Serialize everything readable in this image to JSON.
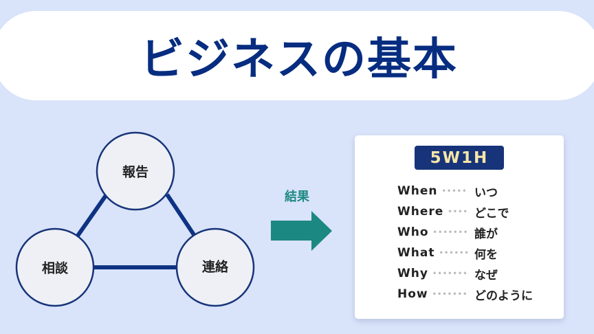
{
  "title": "ビジネスの基本",
  "triangle": {
    "top": "報告",
    "left": "相談",
    "right": "連絡"
  },
  "arrow_label": "結果",
  "card": {
    "badge": "5W1H",
    "rows": [
      {
        "en": "When",
        "dots": "•••••",
        "jp": "いつ"
      },
      {
        "en": "Where",
        "dots": "••••",
        "jp": "どこで"
      },
      {
        "en": "Who",
        "dots": "•••••••",
        "jp": "誰が"
      },
      {
        "en": "What",
        "dots": "••••••",
        "jp": "何を"
      },
      {
        "en": "Why",
        "dots": "•••••••",
        "jp": "なぜ"
      },
      {
        "en": "How",
        "dots": "•••••••",
        "jp": "どのように"
      }
    ]
  },
  "colors": {
    "navy": "#072d80",
    "teal": "#1f8a84",
    "bg": "#d9e3f9"
  }
}
